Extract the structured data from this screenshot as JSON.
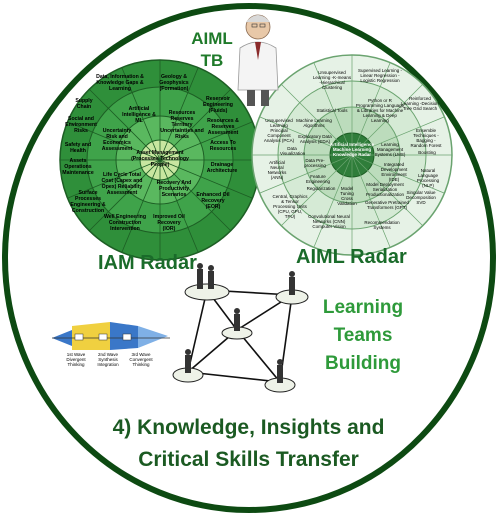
{
  "presenter": {
    "line1": "AIML",
    "line2": "TB"
  },
  "iam_radar": {
    "title": "IAM Radar",
    "center": "Asset Management (Processes Technology People)",
    "ring_items": [
      "Data, Information & Knowledge Gaps & Learning",
      "Geology & Geophysics (Formation)",
      "Reservoir Engineering (Fluids)",
      "Supply Chain",
      "Artificial Intelligence & ML",
      "Resources Reserves Territory Uncertainties and Risks",
      "Resources & Reserves Assessment",
      "Social and Environment Risks",
      "Uncertainty Risk and Economics Assessment",
      "Access To Resources",
      "Safety and Health",
      "Drainage Architecture",
      "Assets Operations Maintenance",
      "Life Cycle Total Cost (Capex and Opex) Reliability Assessment",
      "Recovery And Productivity Scenarios",
      "Surface Processes Engineering & Construction",
      "Enhanced Oil Recovery (EOR)",
      "Well Engineering Construction Intervention",
      "Improved Oil Recovery (IOR)"
    ]
  },
  "aiml_radar": {
    "title": "AIML Radar",
    "center": "Artificial Intelligence Machine Learning Knowledge Radar",
    "items": [
      "Unsupervised Learning -K-means -Hierarchical Clustering",
      "Supervised Learning -Linear Regression -Logistic Regression",
      "Python or R Programming Language & Libraries for Machine Learning & Deep Learning",
      "Reinforced Learning -Decision Tree Grid Search",
      "Statistical Tools",
      "Machine Learning Algorithms",
      "Unsupervised Learning Principal Component Analysis (PCA)",
      "Exploratory Data Analysis (EDA)",
      "Data Visualization",
      "Artificial Neural Networks (ANN)",
      "Data Pre-processing",
      "Feature Engineering",
      "Regularization",
      "Learning Management Systems (LMS)",
      "Ensemble Techniques -Bagging -Random Forest",
      "Boosting",
      "Integrated Development Environment (IDE)",
      "Natural Language Processing (NLP)",
      "Model Deployment Serialization Productionalization",
      "Singular Value Decomposition SVD",
      "Central, Graphics & Tensor Processing Units (CPU, GPU, TPU)",
      "Model Tuning Cross Validation",
      "Generative Pretrained Transformers (GPT)",
      "Convolutional Neural Networks (CNN) Computer Vision",
      "Recommendation Systems"
    ]
  },
  "learning": {
    "line1": "Learning",
    "line2": "Teams",
    "line3": "Building"
  },
  "process": {
    "stage1": "1st Wave Divergent Thinking",
    "stage2": "2nd Wave Synthesis Integration",
    "stage3": "3rd Wave Convergent Thinking"
  },
  "footer": {
    "line1": "4) Knowledge, Insights and",
    "line2": "Critical Skills Transfer"
  },
  "colors": {
    "border": "#0d4a12",
    "radar_green": "#2f8f3a",
    "title_green": "#1a6b2a",
    "highlight": "#c8e6a0"
  }
}
